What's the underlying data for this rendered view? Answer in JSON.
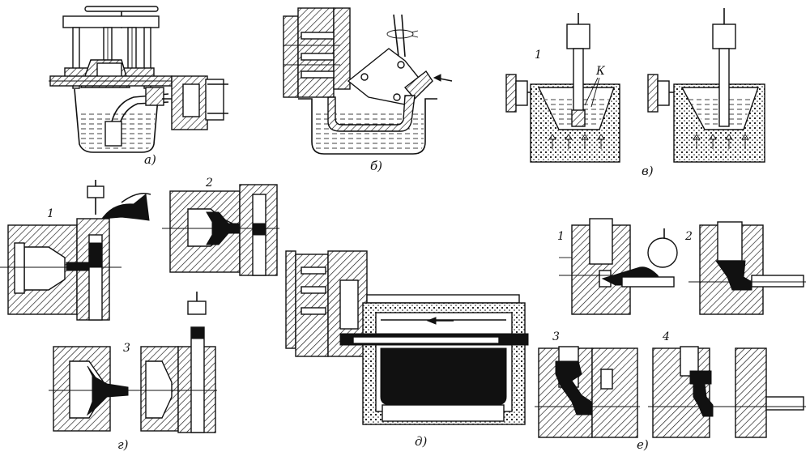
{
  "figure": {
    "panels": [
      {
        "id": "a",
        "caption": "а)"
      },
      {
        "id": "b",
        "caption": "б)"
      },
      {
        "id": "v",
        "caption": "в)",
        "numbers": [
          "1"
        ],
        "callout": "К"
      },
      {
        "id": "g",
        "caption": "г)",
        "numbers": [
          "1",
          "2",
          "3"
        ]
      },
      {
        "id": "d",
        "caption": "д)"
      },
      {
        "id": "e",
        "caption": "е)",
        "numbers": [
          "1",
          "2",
          "3",
          "4"
        ]
      }
    ]
  }
}
